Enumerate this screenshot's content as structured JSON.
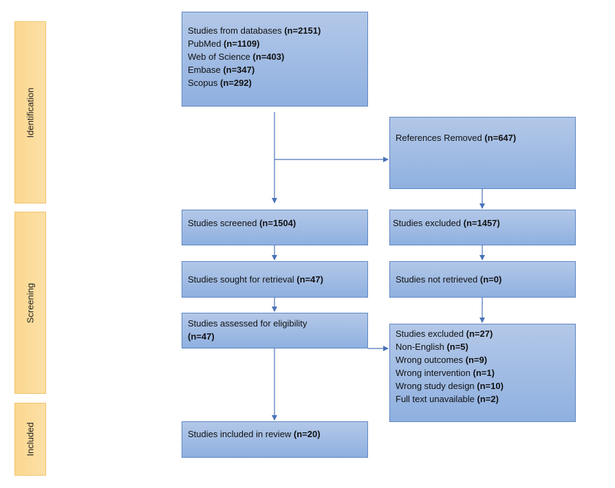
{
  "phases": {
    "identification": "Identification",
    "screening": "Screening",
    "included": "Included"
  },
  "boxes": {
    "databases": {
      "l1_text": "Studies from databases ",
      "l1_count": "(n=2151)",
      "l2_text": "PubMed ",
      "l2_count": "(n=1109)",
      "l3_text": "Web of Science ",
      "l3_count": "(n=403)",
      "l4_text": "Embase ",
      "l4_count": "(n=347)",
      "l5_text": "Scopus ",
      "l5_count": "(n=292)"
    },
    "removed": {
      "text": "References Removed ",
      "count": "(n=647)"
    },
    "screened": {
      "text": "Studies screened ",
      "count": "(n=1504)"
    },
    "excluded_screening": {
      "text": "Studies excluded ",
      "count": "(n=1457)"
    },
    "sought": {
      "text": "Studies sought for retrieval ",
      "count": "(n=47)"
    },
    "not_retrieved": {
      "text": "Studies not retrieved ",
      "count": "(n=0)"
    },
    "assessed": {
      "text": "Studies assessed for eligibility",
      "count": "(n=47)"
    },
    "excluded_eligibility": {
      "l1_text": "Studies excluded  ",
      "l1_count": "(n=27)",
      "l2_text": "Non-English ",
      "l2_count": "(n=5)",
      "l3_text": "Wrong outcomes ",
      "l3_count": "(n=9)",
      "l4_text": "Wrong intervention ",
      "l4_count": "(n=1)",
      "l5_text": "Wrong study design ",
      "l5_count": "(n=10)",
      "l6_text": "Full text unavailable ",
      "l6_count": "(n=2)"
    },
    "included": {
      "text": "Studies included in review  ",
      "count": "(n=20)"
    }
  },
  "colors": {
    "box_fill": "#9dbae4",
    "box_border": "#5b85c3",
    "phase_fill": "#fcd88f",
    "arrow": "#4a72b8"
  }
}
